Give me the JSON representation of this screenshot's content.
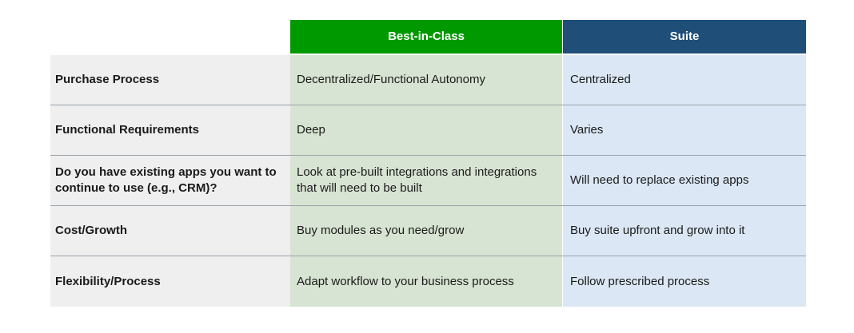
{
  "table": {
    "columns": [
      "",
      "Best-in-Class",
      "Suite"
    ],
    "rows": [
      {
        "criterion": "Purchase Process",
        "best_in_class": "Decentralized/Functional Autonomy",
        "suite": "Centralized"
      },
      {
        "criterion": "Functional Requirements",
        "best_in_class": "Deep",
        "suite": "Varies"
      },
      {
        "criterion": "Do you have existing apps you want to continue to use (e.g., CRM)?",
        "best_in_class": "Look at pre-built integrations and integrations that will need to be built",
        "suite": "Will need to replace existing apps"
      },
      {
        "criterion": "Cost/Growth",
        "best_in_class": "Buy modules as you need/grow",
        "suite": "Buy suite upfront and grow into it"
      },
      {
        "criterion": "Flexibility/Process",
        "best_in_class": "Adapt workflow to your business process",
        "suite": "Follow prescribed process"
      }
    ]
  },
  "colors": {
    "best_in_class_header": "#009900",
    "suite_header": "#1f4e79",
    "best_in_class_cell": "#d8e4d3",
    "suite_cell": "#dbe7f4",
    "criterion_cell": "#efefef"
  }
}
